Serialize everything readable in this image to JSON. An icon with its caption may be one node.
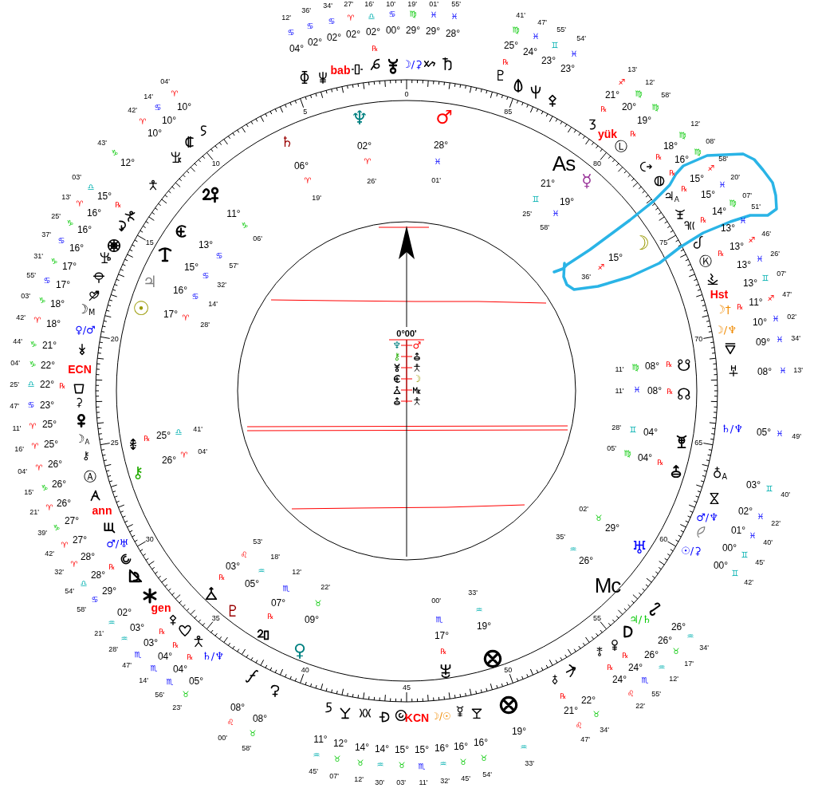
{
  "diagram": {
    "labels": [
      "12'",
      "04°",
      "36'",
      "02°",
      "34'",
      "02°",
      "27'",
      "02°",
      "16'",
      "02°",
      "10'",
      "00°",
      "19'",
      "29°",
      "01'",
      "29°",
      "55'",
      "28°",
      "bab",
      "41'",
      "25°",
      "47'",
      "24°",
      "55'",
      "23°",
      "54'",
      "23°",
      "21°",
      "13'",
      "20°",
      "12'",
      "19°",
      "58'",
      "18°",
      "12'",
      "16°",
      "08'",
      "15°",
      "58'",
      "15°",
      "20'",
      "14°",
      "07'",
      "13°",
      "51'",
      "13°",
      "46'",
      "13°",
      "26'",
      "13°",
      "07'",
      "11°",
      "47'",
      "10°",
      "02'",
      "09°",
      "34'",
      "08°",
      "13'",
      "yük",
      "As",
      "Hst",
      "21°",
      "25'",
      "19°",
      "58'",
      "15°",
      "36'",
      "11'",
      "08°",
      "11'",
      "08°",
      "28'",
      "04°",
      "05'",
      "04°",
      "05°",
      "49'",
      "03°",
      "40'",
      "02°",
      "22'",
      "01°",
      "40'",
      "00°",
      "45'",
      "00°",
      "42'",
      "02'",
      "29°",
      "35'",
      "26°",
      "Mc",
      "26°",
      "34'",
      "26°",
      "17'",
      "26°",
      "12'",
      "24°",
      "55'",
      "24°",
      "22'",
      "22°",
      "34'",
      "21°",
      "47'",
      "00'",
      "17°",
      "33'",
      "19°",
      "19°",
      "33'",
      "KCN",
      "11°",
      "12°",
      "14°",
      "14°",
      "15°",
      "15°",
      "16°",
      "16°",
      "16°",
      "45'",
      "07'",
      "12'",
      "30'",
      "03'",
      "11'",
      "32'",
      "45'",
      "54'",
      "53'",
      "03°",
      "18'",
      "05°",
      "12'",
      "07°",
      "22'",
      "09°",
      "08°",
      "00'",
      "08°",
      "58'",
      "02°",
      "21'",
      "03°",
      "28'",
      "03°",
      "47'",
      "04°",
      "14'",
      "04°",
      "56'",
      "05°",
      "23'",
      "gen",
      "ann",
      "ECN",
      "04'",
      "10°",
      "14'",
      "10°",
      "42'",
      "10°",
      "43'",
      "12°",
      "03'",
      "15°",
      "13'",
      "16°",
      "25'",
      "16°",
      "37'",
      "16°",
      "31'",
      "17°",
      "55'",
      "17°",
      "03'",
      "18°",
      "42'",
      "18°",
      "44'",
      "21°",
      "04'",
      "22°",
      "25'",
      "22°",
      "47'",
      "23°",
      "11'",
      "25°",
      "16'",
      "25°",
      "04'",
      "26°",
      "15'",
      "26°",
      "21'",
      "26°",
      "39'",
      "27°",
      "42'",
      "27°",
      "32'",
      "28°",
      "54'",
      "28°",
      "58'",
      "29°",
      "11°",
      "06'",
      "13°",
      "57'",
      "15°",
      "32'",
      "16°",
      "14'",
      "17°",
      "28'",
      "25°",
      "41'",
      "26°",
      "04'",
      "06°",
      "19'",
      "02°",
      "26'",
      "28°",
      "01'",
      "0°00'",
      "♋",
      "♋",
      "♋",
      "♈",
      "♎",
      "♋",
      "♍",
      "♓",
      "♓",
      "♍",
      "♓",
      "♊",
      "♓",
      "♐",
      "♍",
      "♍",
      "♍",
      "♍",
      "♐",
      "♓",
      "♍",
      "♓",
      "♐",
      "♓",
      "♊",
      "♐",
      "♓",
      "♓",
      "♓",
      "♊",
      "♓",
      "♐",
      "♍",
      "♓",
      "♊",
      "♍",
      "♓",
      "♊",
      "♓",
      "♓",
      "♊",
      "♊",
      "♉",
      "♒",
      "♒",
      "♉",
      "♒",
      "♏",
      "♌",
      "♉",
      "♌",
      "♏",
      "♒",
      "♒",
      "♒",
      "♉",
      "♉",
      "♒",
      "♉",
      "♏",
      "♒",
      "♉",
      "♉",
      "♌",
      "♒",
      "♏",
      "♉",
      "♌",
      "♉",
      "♒",
      "♒",
      "♏",
      "♏",
      "♏",
      "♉",
      "♈",
      "♋",
      "♈",
      "♑",
      "♎",
      "♈",
      "♑",
      "♋",
      "♑",
      "♋",
      "♑",
      "♈",
      "♑",
      "♑",
      "♎",
      "♋",
      "♈",
      "♈",
      "♈",
      "♑",
      "♈",
      "♑",
      "♈",
      "♈",
      "♎",
      "♋",
      "♑",
      "♋",
      "♋",
      "♋",
      "♈",
      "♎",
      "♈",
      "♈",
      "♈",
      "♓",
      "℞",
      "℞",
      "℞",
      "℞",
      "℞",
      "℞",
      "℞",
      "℞",
      "℞",
      "℞",
      "℞",
      "℞",
      "℞",
      "℞",
      "℞",
      "℞",
      "℞",
      "℞",
      "℞",
      "℞",
      "℞",
      "℞",
      "℞",
      "℞",
      "℞",
      "℞",
      "☽/⚳",
      "♇",
      "Ⓛ",
      "♃$_{A}$",
      "Ⓚ",
      "☽†",
      "☽/♆",
      "☋",
      "☊",
      "♄/♆",
      "♁$_{A}$",
      "♂/♆",
      "☉/⚳",
      "♅",
      "♃/♄",
      "♀",
      "☽/☉",
      "♇",
      "♄/♆",
      "♂/♅",
      "Ⓐ",
      "⚷",
      "☽$_{A}$",
      "⚳",
      "♀/♂",
      "☽$_{M}$",
      "☉",
      "⚷",
      "♄",
      "♆",
      "♂",
      "☿",
      "☽",
      "♆",
      "♂",
      "⚷",
      "☽",
      "♃",
      "0",
      "5",
      "10",
      "15",
      "20",
      "25",
      "30",
      "35",
      "40",
      "45",
      "50",
      "55",
      "60",
      "65",
      "70",
      "75",
      "80",
      "85"
    ]
  }
}
